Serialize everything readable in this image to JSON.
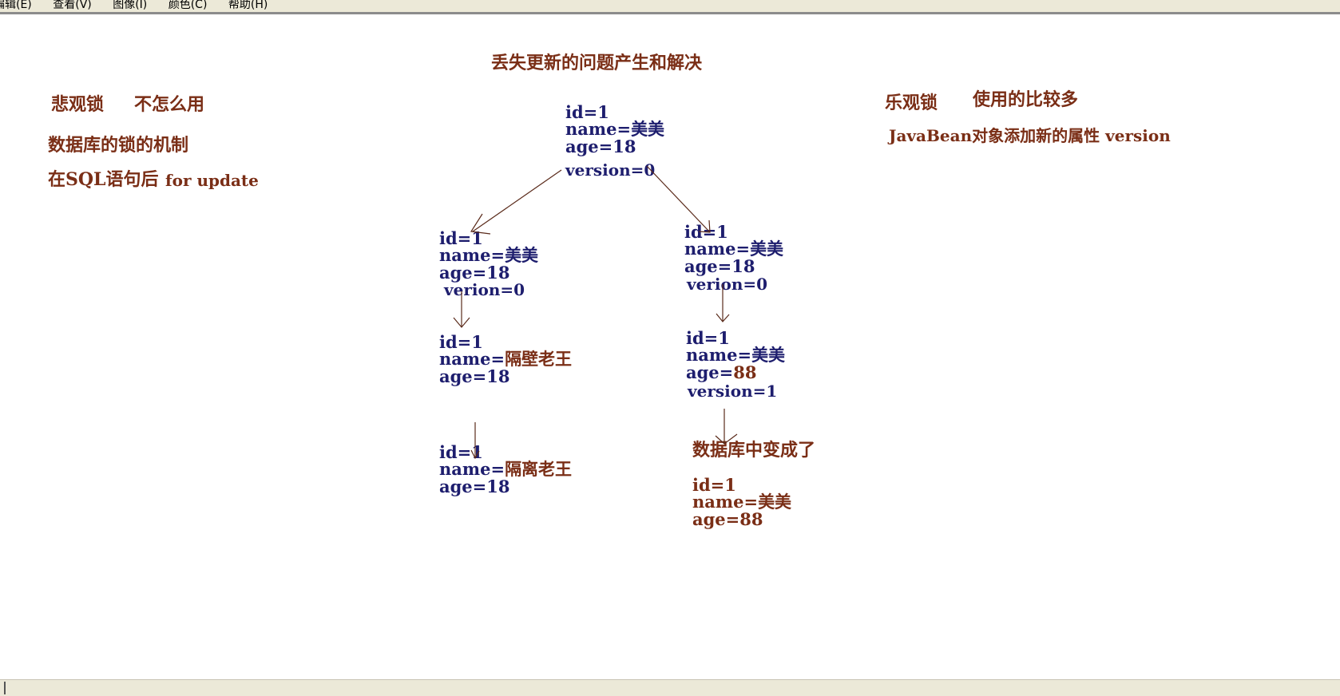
{
  "menu": {
    "items": [
      "编辑(E)",
      "查看(V)",
      "图像(I)",
      "颜色(C)",
      "帮助(H)"
    ]
  },
  "diagram": {
    "title": "丢失更新的问题产生和解决",
    "left_notes": {
      "pessimistic": "悲观锁",
      "pessimistic_note": "不怎么用",
      "mechanism": "数据库的锁的机制",
      "sql_prefix": "在SQL语句后",
      "sql_suffix": "for update"
    },
    "right_notes": {
      "optimistic": "乐观锁",
      "optimistic_note": "使用的比较多",
      "javabean": "JavaBean对象添加新的属性",
      "version_word": "version"
    },
    "root": {
      "id": "id=1",
      "name_key": "name=",
      "name_val": "美美",
      "age": "age=18",
      "version": "version=0"
    },
    "left_branch": {
      "copy": {
        "id": "id=1",
        "name_key": "name=",
        "name_val": "美美",
        "age": "age=18",
        "version": "verion=0"
      },
      "modified": {
        "id": "id=1",
        "name_key": "name=",
        "name_val": "隔壁老王",
        "age": "age=18"
      },
      "result": {
        "id": "id=1",
        "name_key": "name=",
        "name_val": "隔离老王",
        "age": "age=18"
      }
    },
    "right_branch": {
      "copy": {
        "id": "id=1",
        "name_key": "name=",
        "name_val": "美美",
        "age": "age=18",
        "version": "verion=0"
      },
      "modified": {
        "id": "id=1",
        "name_key": "name=",
        "name_val": "美美",
        "age_key": "age=",
        "age_val": "88",
        "version": "version=1"
      },
      "db_label": "数据库中变成了",
      "result": {
        "id": "id=1",
        "name_key": "name=",
        "name_val": "美美",
        "age": "age=88"
      }
    }
  },
  "colors": {
    "brown_text": "#7a2e16",
    "navy_text": "#1e1e6e",
    "line": "#5a2a1a"
  }
}
